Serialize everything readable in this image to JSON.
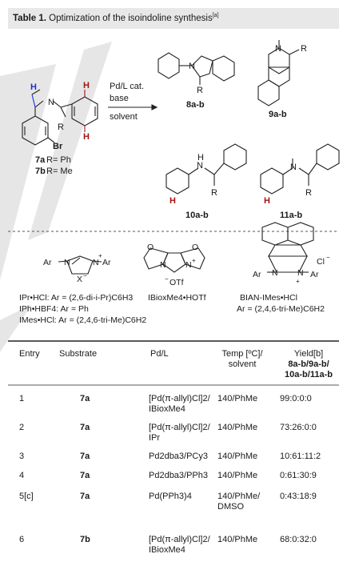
{
  "title": {
    "label": "Table 1.",
    "text": "Optimization of the isoindoline synthesis",
    "note": "[a]"
  },
  "scheme": {
    "sub_r1": "R",
    "br": "Br",
    "n": "N",
    "h": "H",
    "sub_label_a": "7a",
    "sub_label_a_r": " R= Ph",
    "sub_label_b": "7b",
    "sub_label_b_r": " R= Me",
    "arrow_top1": "Pd/L cat.",
    "arrow_top2": "base",
    "arrow_bottom": "solvent",
    "p8": "8a-b",
    "p9": "9a-b",
    "p10": "10a-b",
    "p11": "11a-b"
  },
  "ligands": {
    "ipr": "IPr•HCl: Ar = (2,6-di-i-Pr)C6H3",
    "iph": "IPh•HBF4: Ar = Ph",
    "imes": "IMes•HCl: Ar = (2,4,6-tri-Me)C6H2",
    "iboxme": "IBioxMe4•HOTf",
    "bian": "BIAN-IMes•HCl",
    "bian_ar": "Ar = (2,4,6-tri-Me)C6H2",
    "ar": "Ar",
    "xm": "X",
    "otf": "OTf",
    "cl": "Cl"
  },
  "table": {
    "headers": [
      "Entry",
      "Substrate",
      "Pd/L",
      "Temp [ºC]/ solvent",
      "Yield[b]",
      "8a-b/9a-b/ 10a-b/11a-b"
    ],
    "rows": [
      {
        "entry": "1",
        "sub": "7a",
        "pd": "[Pd(π-allyl)Cl]2/ IBioxMe4",
        "temp": "140/PhMe",
        "yield": "99:0:0:0"
      },
      {
        "entry": "2",
        "sub": "7a",
        "pd": "[Pd(π-allyl)Cl]2/ IPr",
        "temp": "140/PhMe",
        "yield": "73:26:0:0"
      },
      {
        "entry": "3",
        "sub": "7a",
        "pd": "Pd2dba3/PCy3",
        "temp": "140/PhMe",
        "yield": "10:61:11:2"
      },
      {
        "entry": "4",
        "sub": "7a",
        "pd": "Pd2dba3/PPh3",
        "temp": "140/PhMe",
        "yield": "0:61:30:9"
      },
      {
        "entry": "5[c]",
        "sub": "7a",
        "pd": "Pd(PPh3)4",
        "temp": "140/PhMe/ DMSO",
        "yield": "0:43:18:9"
      },
      {
        "entry": "6",
        "sub": "7b",
        "pd": "[Pd(π-allyl)Cl]2/ IBioxMe4",
        "temp": "140/PhMe",
        "yield": "68:0:32:0"
      }
    ]
  },
  "colors": {
    "title_bg": "#e8e8e8",
    "h_blue": "#1c2fd6",
    "h_red": "#a31414",
    "watermark": "#e6e6e6"
  }
}
